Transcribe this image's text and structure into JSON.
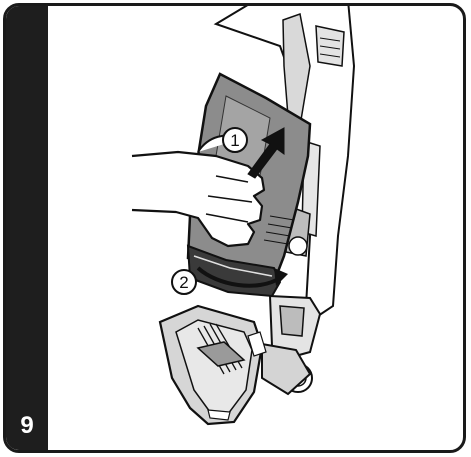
{
  "step": {
    "number": "9"
  },
  "callouts": [
    {
      "label": "1"
    },
    {
      "label": "2"
    }
  ],
  "icons": {
    "illustration": "vacuum-dust-cup-removal",
    "arrow_1": "arrow-up-icon",
    "arrow_2": "curved-arrow-icon"
  },
  "colors": {
    "bar": "#1e1e1e",
    "cup": "#8c8c8c",
    "body": "#d6d6d6",
    "outline": "#111111"
  }
}
